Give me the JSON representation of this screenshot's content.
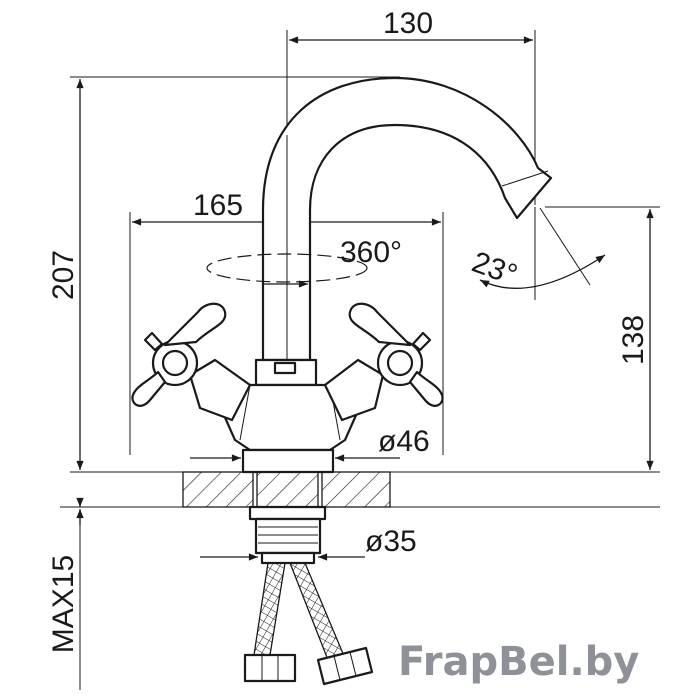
{
  "dimensions": {
    "width_top": "130",
    "width_mid": "165",
    "height_total": "207",
    "height_spout": "138",
    "rotation": "360°",
    "spout_angle": "23°",
    "base_diameter": "ø46",
    "shank_diameter": "ø35",
    "max_thickness": "MAX15"
  },
  "watermark": "FrapBel.by",
  "colors": {
    "line": "#1a1a1a",
    "watermark": "#8e9197",
    "background": "#ffffff"
  }
}
